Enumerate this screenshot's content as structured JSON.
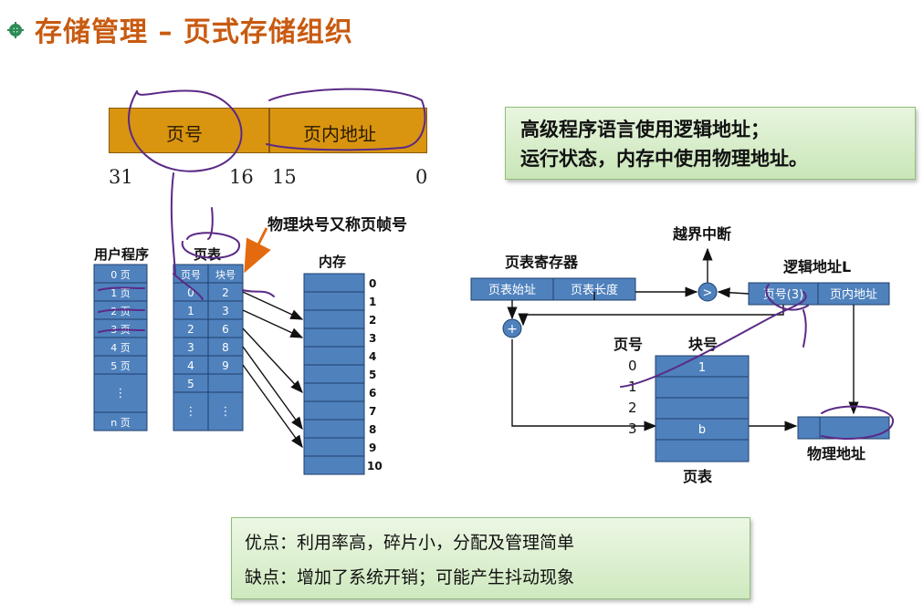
{
  "title": "存储管理 – 页式存储组织",
  "address_format": {
    "page_number_label": "页号",
    "offset_label": "页内地址",
    "bits": [
      "31",
      "16",
      "15",
      "0"
    ]
  },
  "info_box": {
    "line1": "高级程序语言使用逻辑地址；",
    "line2": "运行状态，内存中使用物理地址。"
  },
  "annotation": "物理块号又称页帧号",
  "user_program": {
    "label": "用户程序",
    "pages": [
      "0 页",
      "1 页",
      "2 页",
      "3 页",
      "4 页",
      "5 页",
      "⋮",
      "n 页"
    ]
  },
  "page_table": {
    "label": "页表",
    "headers": [
      "页号",
      "块号"
    ],
    "page_numbers": [
      "0",
      "1",
      "2",
      "3",
      "4",
      "5",
      "⋮"
    ],
    "block_numbers": [
      "2",
      "3",
      "6",
      "8",
      "9",
      "",
      "⋮"
    ]
  },
  "memory": {
    "label": "内存",
    "indices": [
      "0",
      "1",
      "2",
      "3",
      "4",
      "5",
      "6",
      "7",
      "8",
      "9",
      "10"
    ]
  },
  "translation": {
    "page_table_register": "页表寄存器",
    "pt_start": "页表始址",
    "pt_length": "页表长度",
    "overflow_interrupt": "越界中断",
    "logical_address": "逻辑地址L",
    "la_page": "页号(3)",
    "la_offset": "页内地址",
    "page_no_label": "页号",
    "block_no_label": "块号",
    "rows": [
      "0",
      "1",
      "2",
      "3"
    ],
    "row0_value": "1",
    "row3_value": "b",
    "table_label": "页表",
    "physical_address": "物理地址",
    "compare_symbol": ">",
    "add_symbol": "+"
  },
  "pros_cons": {
    "pros": "优点：利用率高，碎片小，分配及管理简单",
    "cons": "缺点：增加了系统开销；可能产生抖动现象"
  }
}
